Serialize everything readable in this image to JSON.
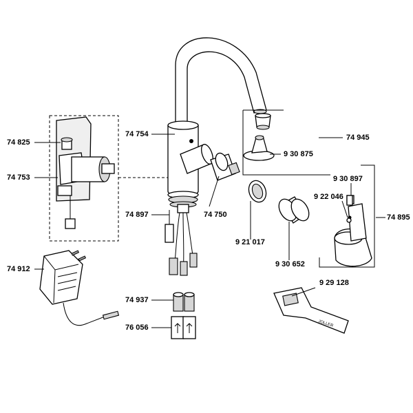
{
  "labels": {
    "p74825": "74 825",
    "p74753": "74 753",
    "p74754": "74 754",
    "p74897": "74 897",
    "p74750": "74 750",
    "p74912": "74 912",
    "p74937": "74 937",
    "p76056": "76 056",
    "p74945": "74 945",
    "p930875": "9 30 875",
    "p930897": "9 30 897",
    "p922046": "9 22 046",
    "p74895": "74 895",
    "p921017": "9 21 017",
    "p930652": "9 30 652",
    "p929128": "9 29 128"
  },
  "wrench_text": "JOLLER"
}
